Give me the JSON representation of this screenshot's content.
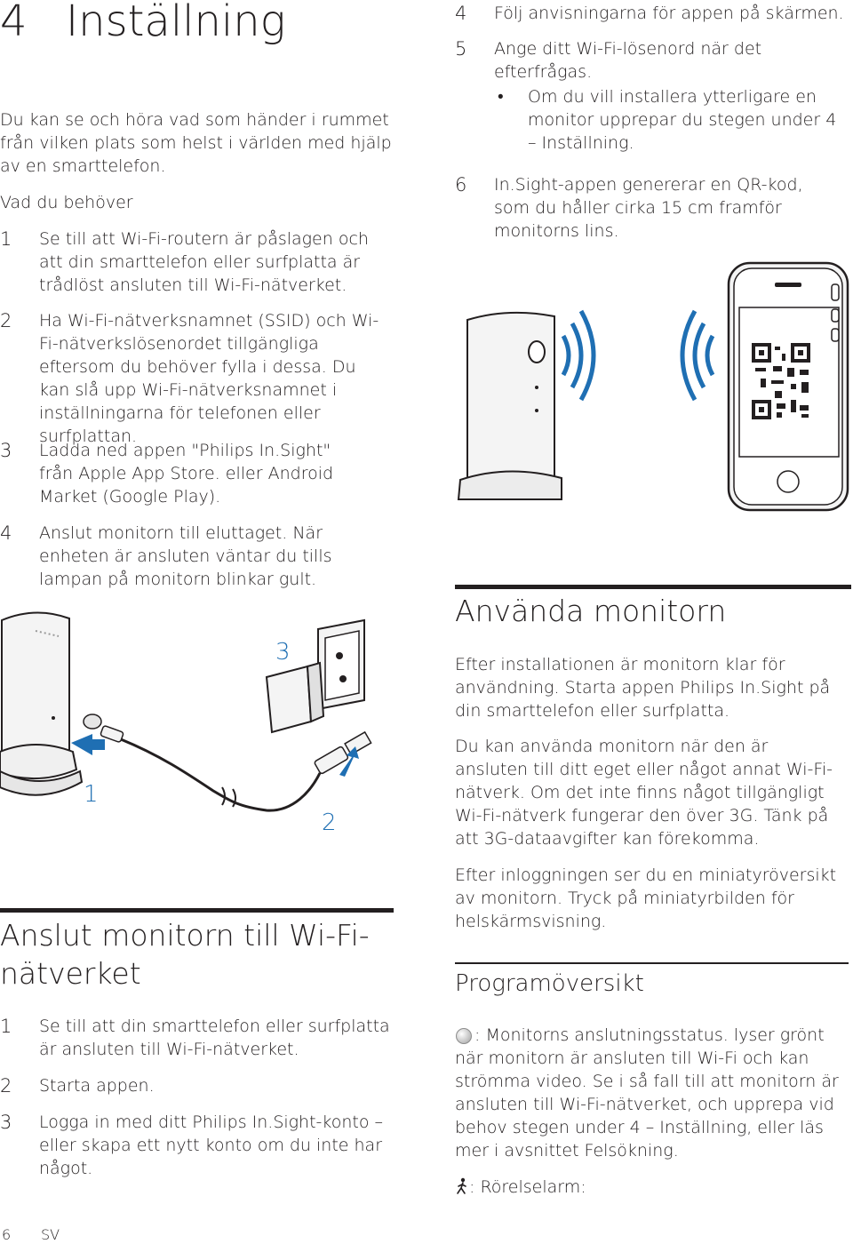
{
  "chapter": {
    "number": "4",
    "title": "Inställning"
  },
  "intro": "Du kan se och höra vad som händer i rummet från vilken plats som helst i världen med hjälp av en smarttelefon.",
  "needs_heading": "Vad du behöver",
  "setup_steps": [
    {
      "num": "1",
      "text": "Se till att Wi-Fi-routern är påslagen och att din smarttelefon eller surfplatta är trådlöst ansluten till Wi-Fi-nätverket."
    },
    {
      "num": "2",
      "text": "Ha Wi-Fi-nätverksnamnet (SSID) och Wi-Fi-nätverkslösenordet tillgängliga eftersom du behöver fylla i dessa. Du kan slå upp Wi-Fi-nätverksnamnet i inställningarna för telefonen eller surfplattan."
    },
    {
      "num": "3",
      "text": "Ladda ned appen \"Philips In.Sight\" från Apple App Store. eller Android Market (Google Play)."
    },
    {
      "num": "4",
      "text": "Anslut monitorn till eluttaget. När enheten är ansluten väntar du tills lampan på monitorn blinkar gult."
    }
  ],
  "illustration_labels": {
    "one": "1",
    "two": "2",
    "three": "3"
  },
  "connect_section": {
    "title": "Anslut monitorn till Wi-Fi-nätverket",
    "steps": [
      {
        "num": "1",
        "text": "Se till att din smarttelefon eller surfplatta är ansluten till Wi-Fi-nätverket."
      },
      {
        "num": "2",
        "text": "Starta appen."
      },
      {
        "num": "3",
        "text": "Logga in med ditt Philips In.Sight-konto – eller skapa ett nytt konto om du inte har något."
      },
      {
        "num": "4",
        "text": "Följ anvisningarna för appen på skärmen."
      },
      {
        "num": "5",
        "text": "Ange ditt Wi-Fi-lösenord när det efterfrågas."
      },
      {
        "num": "6",
        "text": "In.Sight-appen genererar en QR-kod, som du håller cirka 15 cm framför monitorns lins."
      }
    ],
    "bullet": "Om du vill installera ytterligare en monitor upprepar du stegen under 4 – Inställning."
  },
  "use_section": {
    "title": "Använda monitorn",
    "paragraphs": [
      "Efter installationen är monitorn klar för användning. Starta appen Philips In.Sight på din smarttelefon eller surfplatta.",
      "Du kan använda monitorn när den är ansluten till ditt eget eller något annat Wi-Fi-nätverk. Om det inte finns något tillgängligt Wi-Fi-nätverk fungerar den över 3G. Tänk på att 3G-dataavgifter kan förekomma.",
      "Efter inloggningen ser du en miniatyröversikt av monitorn. Tryck på miniatyrbilden för helskärmsvisning."
    ]
  },
  "program_section": {
    "title": "Programöversikt",
    "status_text": ": Monitorns anslutningsstatus. lyser grönt när monitorn är ansluten till Wi-Fi och kan strömma video. Se i så fall till att monitorn är ansluten till Wi-Fi-nätverket, och upprepa vid behov stegen under 4 – Inställning, eller läs mer i avsnittet Felsökning.",
    "motion_text": ": Rörelselarm:"
  },
  "footer": {
    "page": "6",
    "lang": "SV"
  },
  "colors": {
    "accent_blue": "#1f6fb3",
    "text": "#231f20"
  },
  "icons": [
    "status-dot-icon",
    "motion-alarm-icon"
  ]
}
